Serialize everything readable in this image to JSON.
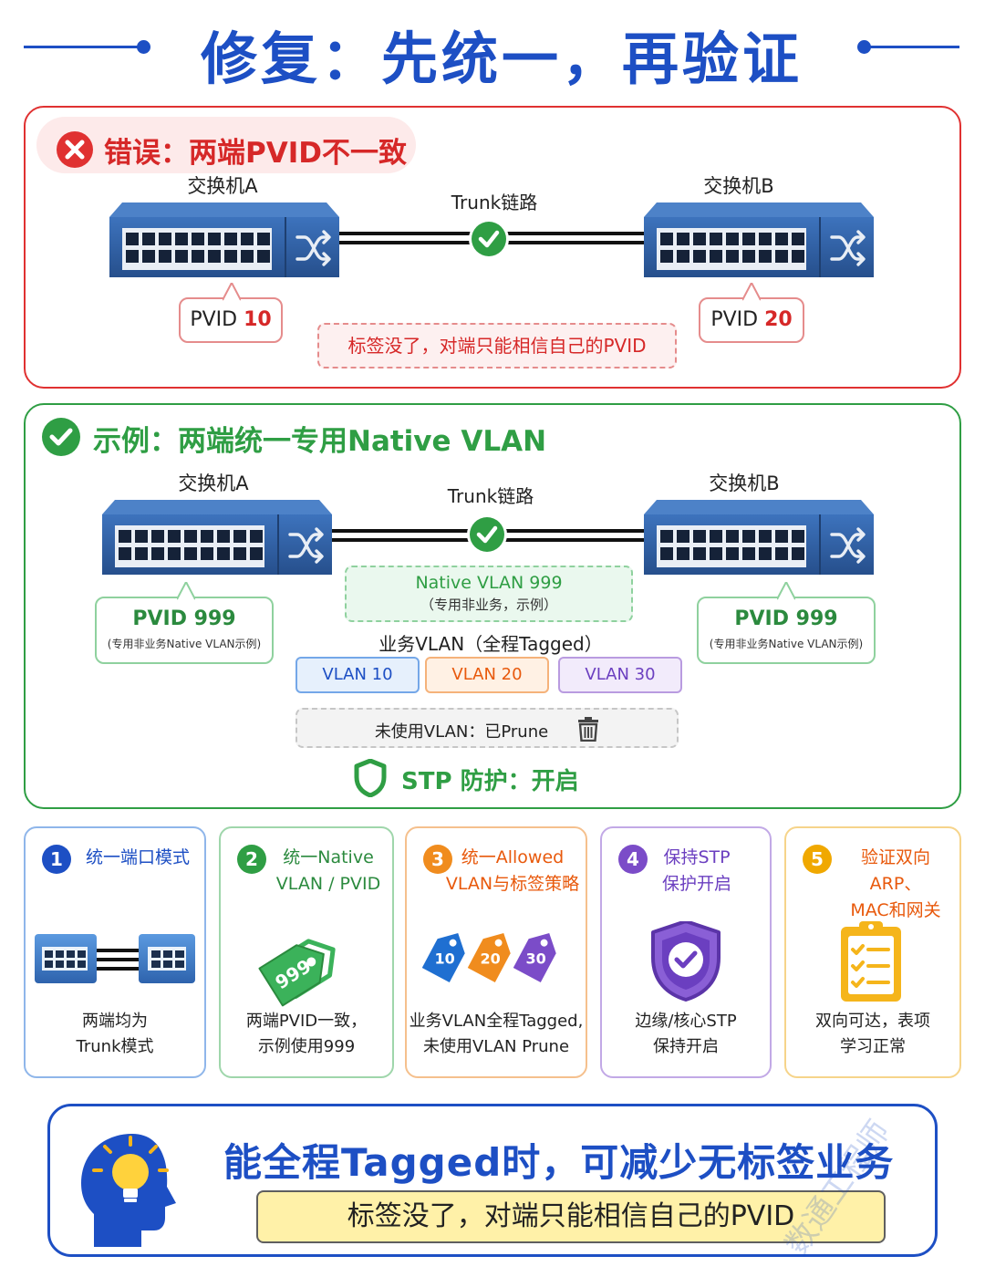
{
  "header": {
    "title": "修复：先统一，再验证"
  },
  "error_panel": {
    "title": "错误：两端PVID不一致",
    "switch_a": "交换机A",
    "switch_b": "交换机B",
    "trunk": "Trunk链路",
    "pvid_a_prefix": "PVID ",
    "pvid_a_value": "10",
    "pvid_b_prefix": "PVID ",
    "pvid_b_value": "20",
    "warning": "标签没了，对端只能相信自己的PVID"
  },
  "ok_panel": {
    "title": "示例：两端统一专用Native VLAN",
    "switch_a": "交换机A",
    "switch_b": "交换机B",
    "trunk": "Trunk链路",
    "native_vlan": "Native VLAN 999",
    "native_note": "（专用非业务，示例）",
    "pvid_a": "PVID 999",
    "pvid_a_note": "(专用非业务Native VLAN示例)",
    "pvid_b": "PVID 999",
    "pvid_b_note": "(专用非业务Native VLAN示例)",
    "biz_label": "业务VLAN（全程Tagged）",
    "vlans": [
      "VLAN 10",
      "VLAN 20",
      "VLAN 30"
    ],
    "prune": "未使用VLAN：已Prune",
    "stp": "STP 防护：开启"
  },
  "steps": [
    {
      "num": "1",
      "title": "统一端口模式",
      "desc": [
        "两端均为",
        "Trunk模式"
      ]
    },
    {
      "num": "2",
      "title": [
        "统一Native",
        "VLAN / PVID"
      ],
      "icon_label": "999",
      "desc": [
        "两端PVID一致，",
        "示例使用999"
      ]
    },
    {
      "num": "3",
      "title": [
        "统一Allowed",
        "VLAN与标签策略"
      ],
      "icon_labels": [
        "10",
        "20",
        "30"
      ],
      "desc": [
        "业务VLAN全程Tagged,",
        "未使用VLAN Prune"
      ]
    },
    {
      "num": "4",
      "title": [
        "保持STP",
        "保护开启"
      ],
      "desc": [
        "边缘/核心STP",
        "保持开启"
      ]
    },
    {
      "num": "5",
      "title": [
        "验证双向ARP、",
        "MAC和网关"
      ],
      "desc": [
        "双向可达，表项",
        "学习正常"
      ]
    }
  ],
  "banner": {
    "headline": "能全程Tagged时，可减少无标签业务",
    "quote": "标签没了，对端只能相信自己的PVID"
  },
  "watermark": "数通工程师",
  "colors": {
    "primary_blue": "#1d4fc4",
    "error_red": "#e03131",
    "ok_green": "#2f9e44",
    "switch_blue": "#2e5fa0",
    "orange": "#e8590c",
    "purple": "#6b3fc0",
    "gold": "#f0a800"
  },
  "icons": [
    "close-icon",
    "check-icon",
    "switch-icon",
    "shuffle-icon",
    "trash-icon",
    "shield-check-icon",
    "tag-icon",
    "clipboard-checklist-icon",
    "lightbulb-head-icon"
  ]
}
